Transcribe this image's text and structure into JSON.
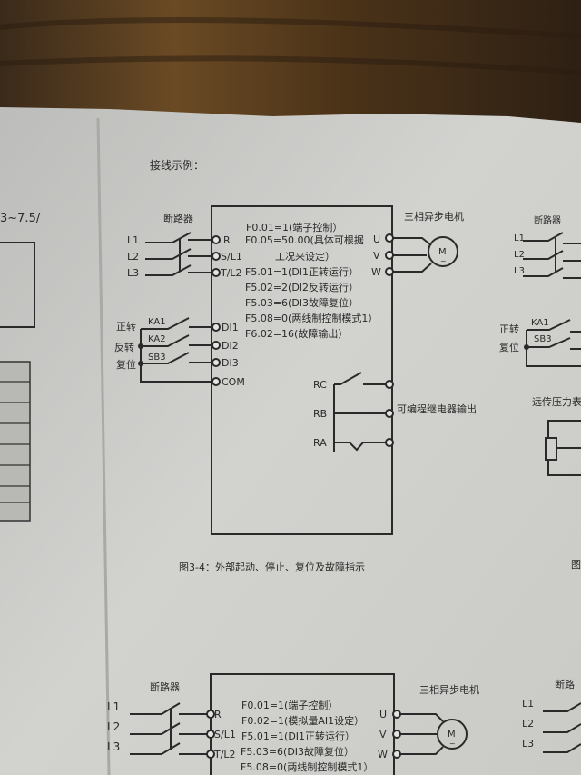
{
  "heading": "接线示例：",
  "diagram1": {
    "breaker_label": "断路器",
    "inputs": [
      "L1",
      "L2",
      "L3"
    ],
    "power_terminals": [
      "R",
      "S/L1",
      "T/L2"
    ],
    "control_labels": [
      "正转",
      "反转",
      "复位"
    ],
    "switches": [
      "KA1",
      "KA2",
      "SB3"
    ],
    "di_terminals": [
      "DI1",
      "DI2",
      "DI3",
      "COM"
    ],
    "parameters": [
      "F0.01=1(端子控制）",
      "F0.05=50.00(具体可根据",
      "工况来设定）",
      "F5.01=1(DI1正转运行）",
      "F5.02=2(DI2反转运行）",
      "F5.03=6(DI3故障复位）",
      "F5.08=0(两线制控制模式1）",
      "F6.02=16(故障输出）"
    ],
    "motor_label": "三相异步电机",
    "motor_terminals": [
      "U",
      "V",
      "W"
    ],
    "motor_symbol": "M",
    "motor_tilde": "~",
    "relay_terminals": [
      "RC",
      "RB",
      "RA"
    ],
    "relay_label": "可编程继电器输出",
    "caption": "图3-4：外部起动、停止、复位及故障指示"
  },
  "diagram2": {
    "breaker_label": "断路器",
    "inputs": [
      "L1",
      "L2",
      "L3"
    ],
    "power_terminals": [
      "R",
      "S/L1",
      "T/L2"
    ],
    "parameters": [
      "F0.01=1(端子控制）",
      "F0.02=1(模拟量AI1设定）",
      "F5.01=1(DI1正转运行）",
      "F5.03=6(DI3故障复位）",
      "F5.08=0(两线制控制模式1）"
    ],
    "motor_label": "三相异步电机",
    "motor_terminals": [
      "U",
      "V",
      "W"
    ],
    "motor_symbol": "M",
    "motor_tilde": "~"
  },
  "left_page": {
    "fragment": "3~7.5/"
  },
  "right_page": {
    "breaker_label": "断路器",
    "inputs": [
      "L1",
      "L2",
      "L3"
    ],
    "control_labels": [
      "正转",
      "复位"
    ],
    "switches": [
      "KA1",
      "SB3"
    ],
    "gauge_label": "远传压力表",
    "caption_fragment": "图",
    "bottom_breaker_label": "断路",
    "bottom_inputs": [
      "L1",
      "L2",
      "L3"
    ]
  }
}
